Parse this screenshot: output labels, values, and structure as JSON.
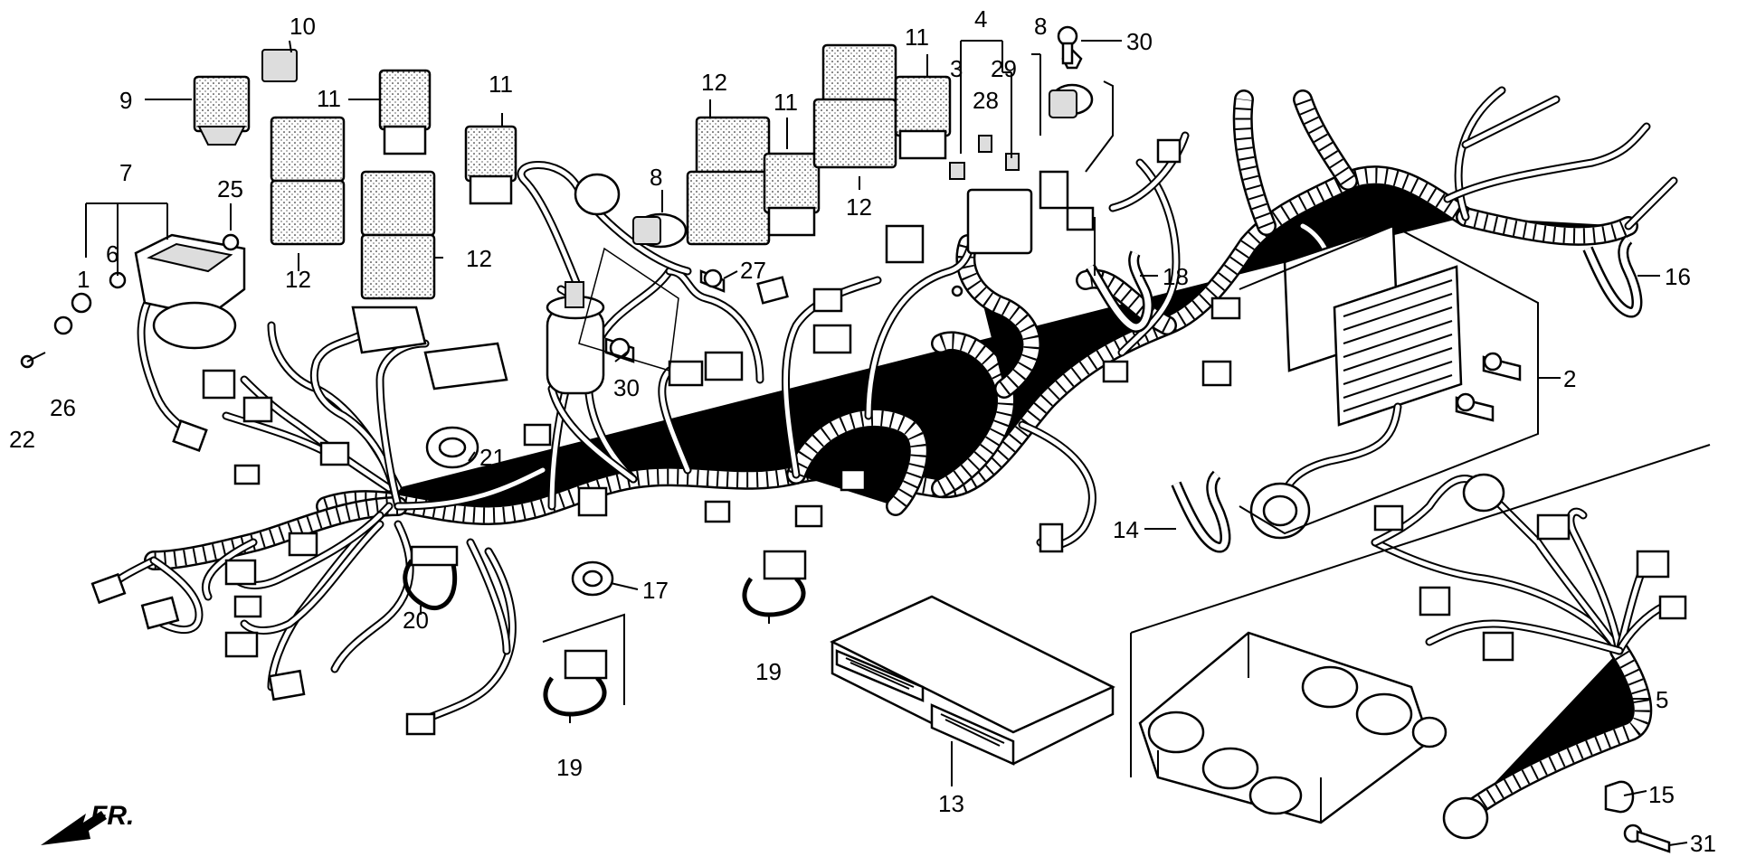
{
  "callouts": [
    {
      "id": "c10",
      "text": "10"
    },
    {
      "id": "c9",
      "text": "9"
    },
    {
      "id": "c11a",
      "text": "11"
    },
    {
      "id": "c11b",
      "text": "11"
    },
    {
      "id": "c7",
      "text": "7"
    },
    {
      "id": "c25",
      "text": "25"
    },
    {
      "id": "c12a",
      "text": "12"
    },
    {
      "id": "c12b",
      "text": "12"
    },
    {
      "id": "c1",
      "text": "1"
    },
    {
      "id": "c6",
      "text": "6"
    },
    {
      "id": "c22",
      "text": "22"
    },
    {
      "id": "c26",
      "text": "26"
    },
    {
      "id": "c12c",
      "text": "12"
    },
    {
      "id": "c11c",
      "text": "11"
    },
    {
      "id": "c8a",
      "text": "8"
    },
    {
      "id": "c11d",
      "text": "11"
    },
    {
      "id": "c12d",
      "text": "12"
    },
    {
      "id": "c4",
      "text": "4"
    },
    {
      "id": "c3",
      "text": "3"
    },
    {
      "id": "c28",
      "text": "28"
    },
    {
      "id": "c29",
      "text": "29"
    },
    {
      "id": "c8b",
      "text": "8"
    },
    {
      "id": "c30a",
      "text": "30"
    },
    {
      "id": "c27",
      "text": "27"
    },
    {
      "id": "c30b",
      "text": "30"
    },
    {
      "id": "c21",
      "text": "21"
    },
    {
      "id": "c18",
      "text": "18"
    },
    {
      "id": "c16",
      "text": "16"
    },
    {
      "id": "c2",
      "text": "2"
    },
    {
      "id": "c14",
      "text": "14"
    },
    {
      "id": "c17",
      "text": "17"
    },
    {
      "id": "c20",
      "text": "20"
    },
    {
      "id": "c19a",
      "text": "19"
    },
    {
      "id": "c19b",
      "text": "19"
    },
    {
      "id": "c13",
      "text": "13"
    },
    {
      "id": "c5",
      "text": "5"
    },
    {
      "id": "c15",
      "text": "15"
    },
    {
      "id": "c31",
      "text": "31"
    }
  ],
  "direction_label": "FR."
}
